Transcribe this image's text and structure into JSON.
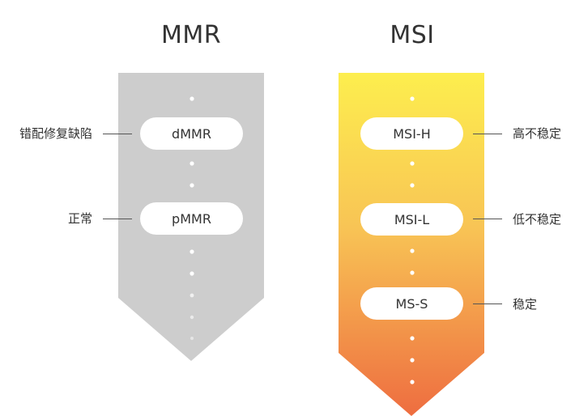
{
  "columns": [
    {
      "title": "MMR",
      "items": [
        {
          "value": "dMMR",
          "label": "错配修复缺陷"
        },
        {
          "value": "pMMR",
          "label": "正常"
        }
      ]
    },
    {
      "title": "MSI",
      "items": [
        {
          "value": "MSI-H",
          "label": "高不稳定"
        },
        {
          "value": "MSI-L",
          "label": "低不稳定"
        },
        {
          "value": "MS-S",
          "label": "稳定"
        }
      ]
    }
  ],
  "colors": {
    "mmr_fill": "#cdcdcd",
    "msi_gradient_top": "#fdee4e",
    "msi_gradient_bottom": "#ee6d40",
    "pill_fill": "#ffffff",
    "dot": "#ffffff",
    "connector": "#555555",
    "text": "#333333"
  }
}
